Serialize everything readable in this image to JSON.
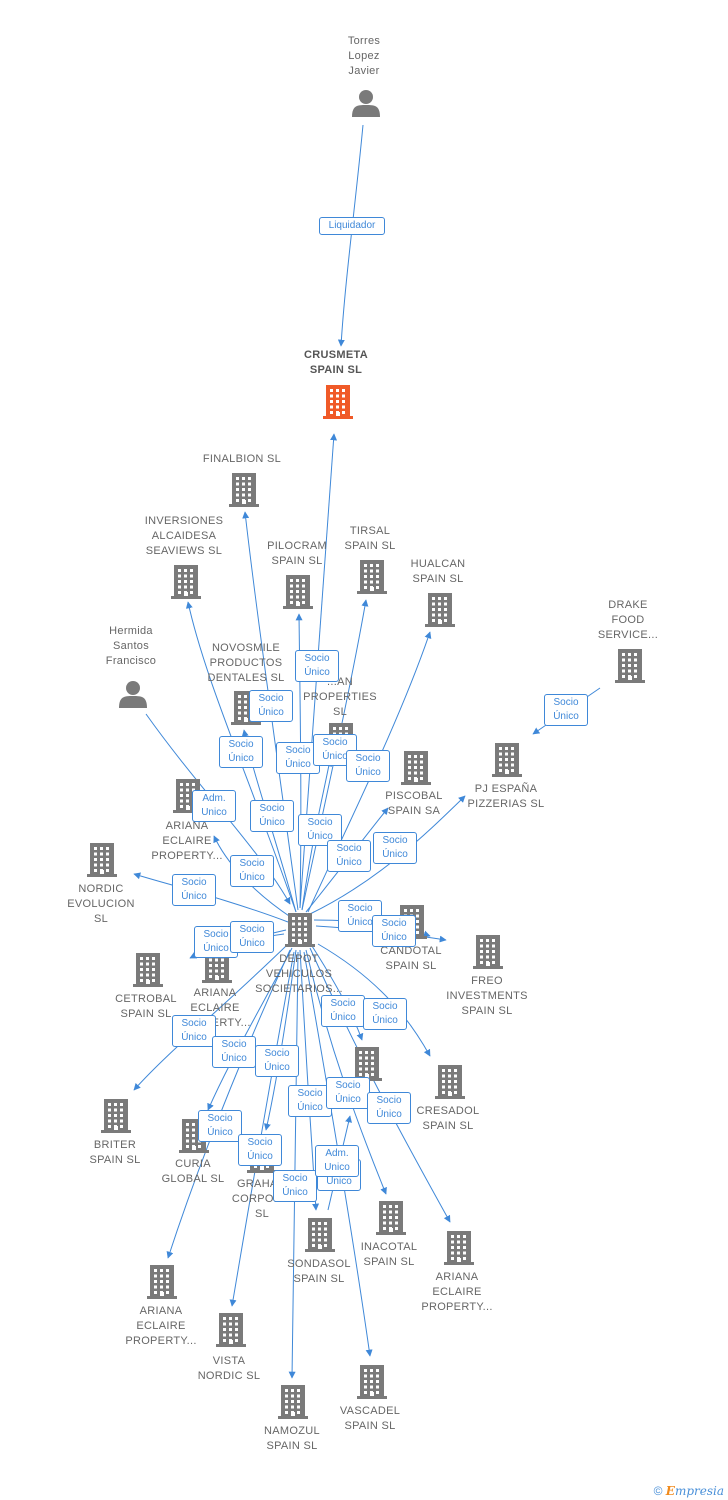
{
  "colors": {
    "edge": "#3f88d8",
    "node": "#7a7a7a",
    "focus": "#f05a28"
  },
  "nodes": [
    {
      "id": "torres",
      "type": "person",
      "label": "Torres\nLopez\nJavier"
    },
    {
      "id": "crusmeta",
      "type": "company",
      "label": "CRUSMETA\nSPAIN  SL",
      "focus": true
    },
    {
      "id": "finalbion",
      "type": "company",
      "label": "FINALBION  SL"
    },
    {
      "id": "inversiones",
      "type": "company",
      "label": "INVERSIONES\nALCAIDESA\nSEAVIEWS  SL"
    },
    {
      "id": "pilocram",
      "type": "company",
      "label": "PILOCRAM\nSPAIN  SL"
    },
    {
      "id": "tirsal",
      "type": "company",
      "label": "TIRSAL\nSPAIN  SL"
    },
    {
      "id": "hualcan",
      "type": "company",
      "label": "HUALCAN\nSPAIN  SL"
    },
    {
      "id": "drake",
      "type": "company",
      "label": "DRAKE\nFOOD\nSERVICE..."
    },
    {
      "id": "hermida",
      "type": "person",
      "label": "Hermida\nSantos\nFrancisco"
    },
    {
      "id": "novosmile",
      "type": "company",
      "label": "NOVOSMILE\nPRODUCTOS\nDENTALES  SL"
    },
    {
      "id": "anproperties",
      "type": "company",
      "label": "...AN\nPROPERTIES\nSL"
    },
    {
      "id": "piscobal",
      "type": "company",
      "label": "PISCOBAL\nSPAIN SA"
    },
    {
      "id": "pjespana",
      "type": "company",
      "label": "PJ ESPAÑA\nPIZZERIAS  SL"
    },
    {
      "id": "ariana1",
      "type": "company",
      "label": "ARIANA\nECLAIRE\nPROPERTY..."
    },
    {
      "id": "nordic",
      "type": "company",
      "label": "NORDIC\nEVOLUCION\nSL"
    },
    {
      "id": "depot",
      "type": "company",
      "label": "DEPOT\nVEHICULOS\nSOCIETARIOS..."
    },
    {
      "id": "candotal",
      "type": "company",
      "label": "CANDOTAL\nSPAIN  SL"
    },
    {
      "id": "freo",
      "type": "company",
      "label": "FREO\nINVESTMENTS\nSPAIN  SL"
    },
    {
      "id": "cetrobal",
      "type": "company",
      "label": "CETROBAL\nSPAIN  SL"
    },
    {
      "id": "ariana2",
      "type": "company",
      "label": "ARIANA\nECLAIRE\nPROPERTY..."
    },
    {
      "id": "midnode",
      "type": "company",
      "label": "...SPAIN..."
    },
    {
      "id": "cresadol",
      "type": "company",
      "label": "CRESADOL\nSPAIN  SL"
    },
    {
      "id": "briter",
      "type": "company",
      "label": "BRITER\nSPAIN  SL"
    },
    {
      "id": "curia",
      "type": "company",
      "label": "CURIA\nGLOBAL  SL"
    },
    {
      "id": "graham",
      "type": "company",
      "label": "GRAHAM\nCORPOR...\nSL"
    },
    {
      "id": "sondasol",
      "type": "company",
      "label": "SONDASOL\nSPAIN  SL"
    },
    {
      "id": "inacotal",
      "type": "company",
      "label": "INACOTAL\nSPAIN  SL"
    },
    {
      "id": "ariana3",
      "type": "company",
      "label": "ARIANA\nECLAIRE\nPROPERTY..."
    },
    {
      "id": "ariana4",
      "type": "company",
      "label": "ARIANA\nECLAIRE\nPROPERTY..."
    },
    {
      "id": "vista",
      "type": "company",
      "label": "VISTA\nNORDIC  SL"
    },
    {
      "id": "namozul",
      "type": "company",
      "label": "NAMOZUL\nSPAIN  SL"
    },
    {
      "id": "vascadel",
      "type": "company",
      "label": "VASCADEL\nSPAIN  SL"
    }
  ],
  "edges": [
    {
      "from": "torres",
      "to": "crusmeta",
      "label": "Liquidador"
    },
    {
      "from": "depot",
      "to": "crusmeta",
      "label": "Socio\nÚnico"
    },
    {
      "from": "depot",
      "to": "finalbion",
      "label": "Socio\nÚnico"
    },
    {
      "from": "depot",
      "to": "inversiones",
      "label": "Socio\nÚnico"
    },
    {
      "from": "depot",
      "to": "pilocram",
      "label": "Socio\nÚnico"
    },
    {
      "from": "depot",
      "to": "tirsal",
      "label": "Socio\nÚnico"
    },
    {
      "from": "depot",
      "to": "hualcan",
      "label": "Socio\nÚnico"
    },
    {
      "from": "drake",
      "to": "pjespana",
      "label": "Socio\nÚnico"
    },
    {
      "from": "depot",
      "to": "novosmile",
      "label": "Socio\nÚnico"
    },
    {
      "from": "depot",
      "to": "anproperties",
      "label": "Socio\nÚnico"
    },
    {
      "from": "depot",
      "to": "piscobal",
      "label": "Socio\nÚnico"
    },
    {
      "from": "depot",
      "to": "pjespana",
      "label": "Socio\nÚnico"
    },
    {
      "from": "hermida",
      "to": "depot",
      "label": "Adm.\nUnico"
    },
    {
      "from": "depot",
      "to": "ariana1",
      "label": "Socio\nÚnico"
    },
    {
      "from": "depot",
      "to": "nordic",
      "label": "Socio\nÚnico"
    },
    {
      "from": "depot",
      "to": "candotal",
      "label": "Socio\nÚnico"
    },
    {
      "from": "depot",
      "to": "freo",
      "label": "Socio\nÚnico"
    },
    {
      "from": "depot",
      "to": "cetrobal",
      "label": "Socio\nÚnico"
    },
    {
      "from": "depot",
      "to": "ariana2",
      "label": "Socio\nÚnico"
    },
    {
      "from": "depot",
      "to": "midnode",
      "label": "Socio\nÚnico"
    },
    {
      "from": "depot",
      "to": "cresadol",
      "label": "Socio\nÚnico"
    },
    {
      "from": "depot",
      "to": "briter",
      "label": "Socio\nÚnico"
    },
    {
      "from": "depot",
      "to": "curia",
      "label": "Socio\nÚnico"
    },
    {
      "from": "depot",
      "to": "graham",
      "label": "Socio\nÚnico"
    },
    {
      "from": "depot",
      "to": "sondasol",
      "label": "Socio\nÚnico"
    },
    {
      "from": "depot",
      "to": "inacotal",
      "label": "Socio\nÚnico"
    },
    {
      "from": "depot",
      "to": "ariana3",
      "label": "Socio\nÚnico"
    },
    {
      "from": "depot",
      "to": "ariana4",
      "label": "Socio\nÚnico"
    },
    {
      "from": "depot",
      "to": "vista",
      "label": "Socio\nÚnico"
    },
    {
      "from": "depot",
      "to": "namozul",
      "label": "Socio\nÚnico"
    },
    {
      "from": "depot",
      "to": "vascadel",
      "label": "Socio\nÚnico"
    },
    {
      "from": "midnode",
      "to": "sondasol",
      "label": "Adm.\nUnico"
    }
  ],
  "copyright": {
    "symbol": "©",
    "brand_initial": "E",
    "brand_rest": "mpresia"
  }
}
